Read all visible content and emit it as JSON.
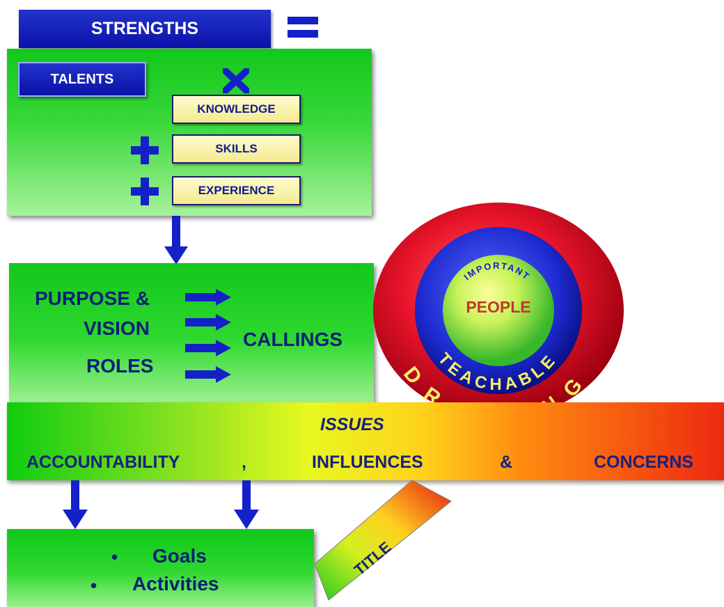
{
  "strengths": {
    "label": "STRENGTHS",
    "equals_icon": "equals-icon"
  },
  "talents_box": {
    "talents_label": "TALENTS",
    "multiply_icon": "multiply-icon",
    "plus_icon": "plus-icon",
    "items": [
      "KNOWLEDGE",
      "SKILLS",
      "EXPERIENCE"
    ]
  },
  "purpose_box": {
    "left_lines": [
      "PURPOSE &",
      "VISION",
      "ROLES"
    ],
    "callings": "CALLINGS",
    "arrow_icon": "right-arrow-icon"
  },
  "circle": {
    "inner": "PEOPLE",
    "inner_arc": "IMPORTANT",
    "middle_arc": "TEACHABLE",
    "outer_arc": "DRAINING"
  },
  "issues_bar": {
    "title": "ISSUES",
    "items": [
      "ACCOUNTABILITY",
      ",",
      "INFLUENCES",
      "&",
      "CONCERNS"
    ]
  },
  "goals_box": {
    "items": [
      "Goals",
      "Activities"
    ],
    "bullet": "•"
  },
  "title_tag": {
    "label": "TITLE"
  },
  "colors": {
    "blue": "#0b12a8",
    "green": "#12c81a",
    "red": "#e01010",
    "yellow": "#f3ea8e",
    "navy_text": "#18227a"
  }
}
